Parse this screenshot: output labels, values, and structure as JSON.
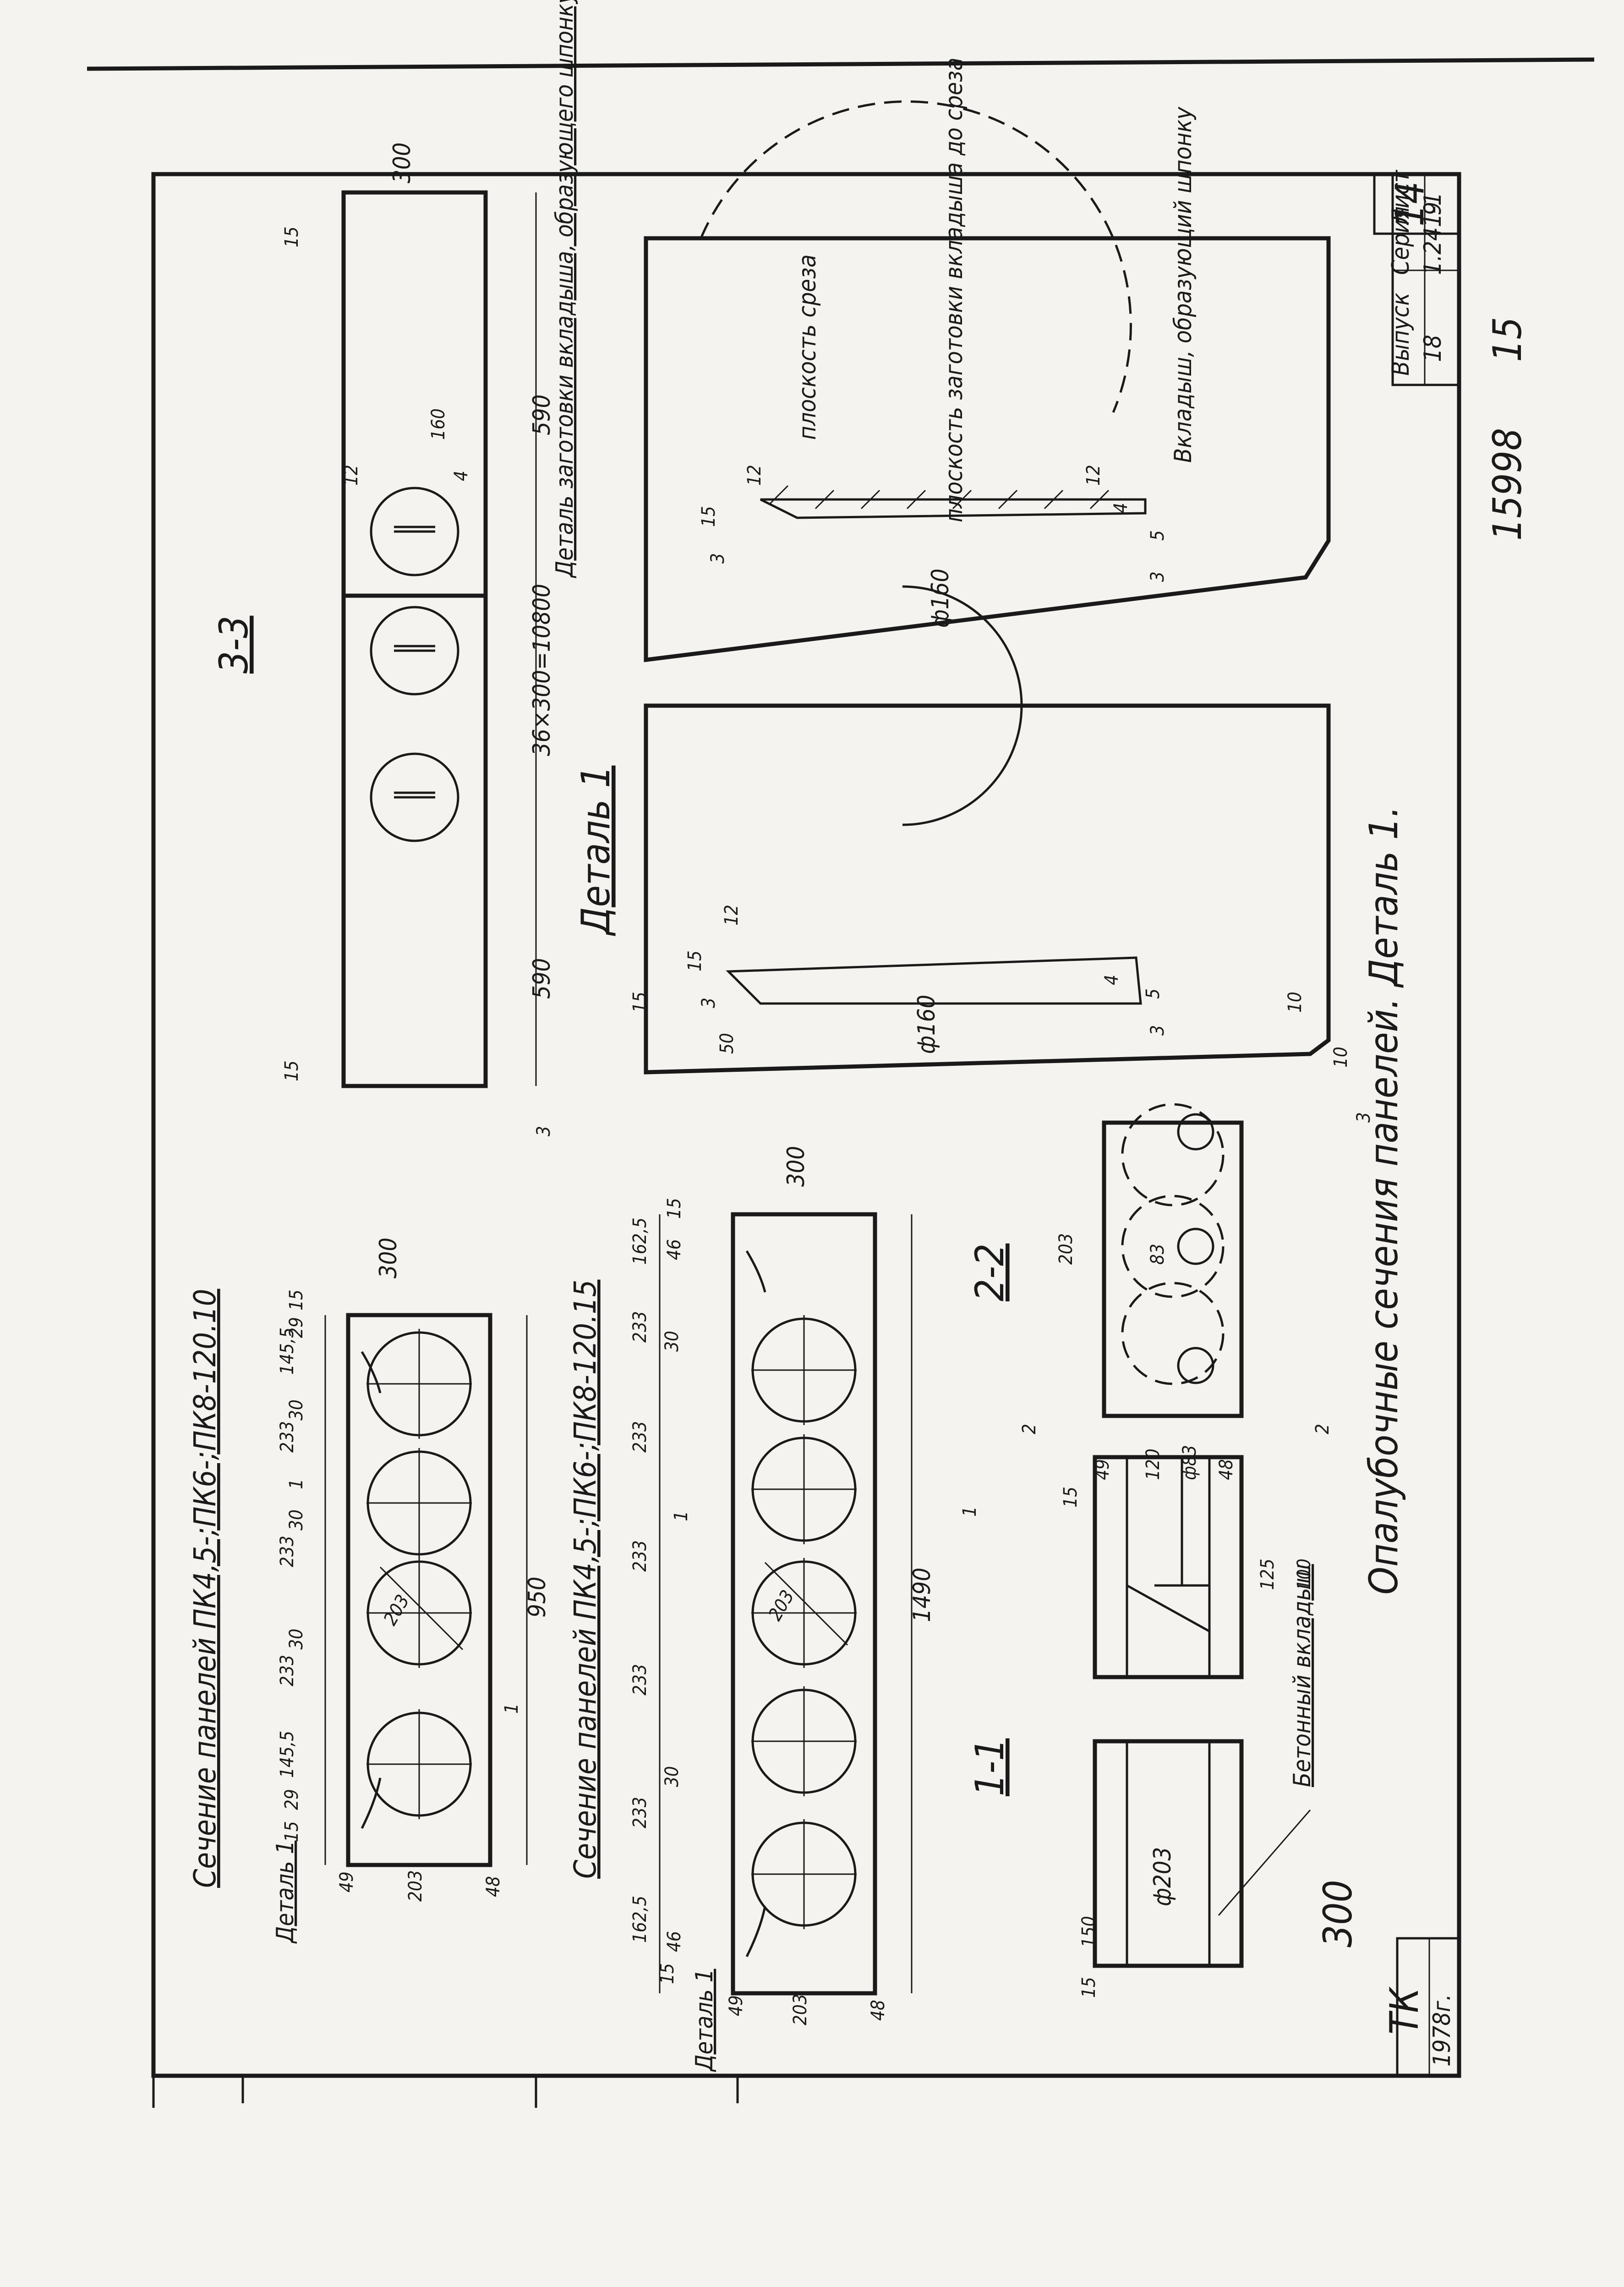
{
  "sheet_number": "14",
  "stamp_number": "15998",
  "stamp_suffix": "15",
  "drawing_title": "Опалубочные сечения панелей. Деталь 1.",
  "title_block": {
    "org": "ТК",
    "year": "1978г.",
    "series_label": "Серия",
    "series_value": "1.241-1",
    "issue_label": "Выпуск",
    "issue_value": "18",
    "sheet_label": "Лист",
    "sheet_value": "9"
  },
  "section_a": {
    "title": "Сечение панелей ПК4,5-;ПК6-;ПК8-120.10",
    "detail_ref": "Деталь 1",
    "dims_top": [
      "15",
      "29",
      "145,5",
      "233",
      "30",
      "233",
      "30",
      "233",
      "1",
      "30",
      "145,5",
      "29",
      "15"
    ],
    "total_width": "950",
    "height": "300",
    "void_dia": "203",
    "dims_side": [
      "49",
      "203",
      "48"
    ],
    "cut_mark": "1"
  },
  "section_b": {
    "title": "Сечение панелей ПК4,5-;ПК6-;ПК8-120.15",
    "detail_ref": "Деталь 1",
    "dims_top": [
      "15",
      "46",
      "162,5",
      "233",
      "30",
      "233",
      "233",
      "233",
      "1",
      "233",
      "30",
      "162,5",
      "46",
      "15"
    ],
    "total_width": "1490",
    "height": "300",
    "void_dia": "203",
    "dims_side": [
      "49",
      "203",
      "48"
    ],
    "cut_mark": "1"
  },
  "section_11": {
    "label": "1-1",
    "dims": [
      "15",
      "150",
      "49",
      "120",
      "ф83",
      "48",
      "15",
      "125",
      "100"
    ],
    "dia": "ф203",
    "height": "300",
    "insert_label": "Бетонный вкладыш",
    "cut_mark": "2"
  },
  "section_22": {
    "label": "2-2",
    "dims": [
      "203",
      "83"
    ]
  },
  "section_33": {
    "label": "3-3",
    "dims": [
      "15",
      "590",
      "36×300=10800",
      "590",
      "15",
      "300",
      "160",
      "12",
      "4"
    ],
    "insert_caption": "Деталь заготовки вкладыша, образующего шпонку"
  },
  "detail_1": {
    "label": "Деталь 1",
    "dims": [
      "15",
      "3",
      "15",
      "12",
      "50",
      "ф160",
      "4",
      "5",
      "3",
      "10",
      "10"
    ],
    "cut_mark": "3"
  },
  "detail_insert": {
    "dims": [
      "3",
      "15",
      "12",
      "ф160",
      "12",
      "4",
      "5",
      "3"
    ],
    "notes": [
      "плоскость среза",
      "плоскость заготовки вкладыша до среза",
      "Вкладыш, образующий шпонку"
    ]
  }
}
